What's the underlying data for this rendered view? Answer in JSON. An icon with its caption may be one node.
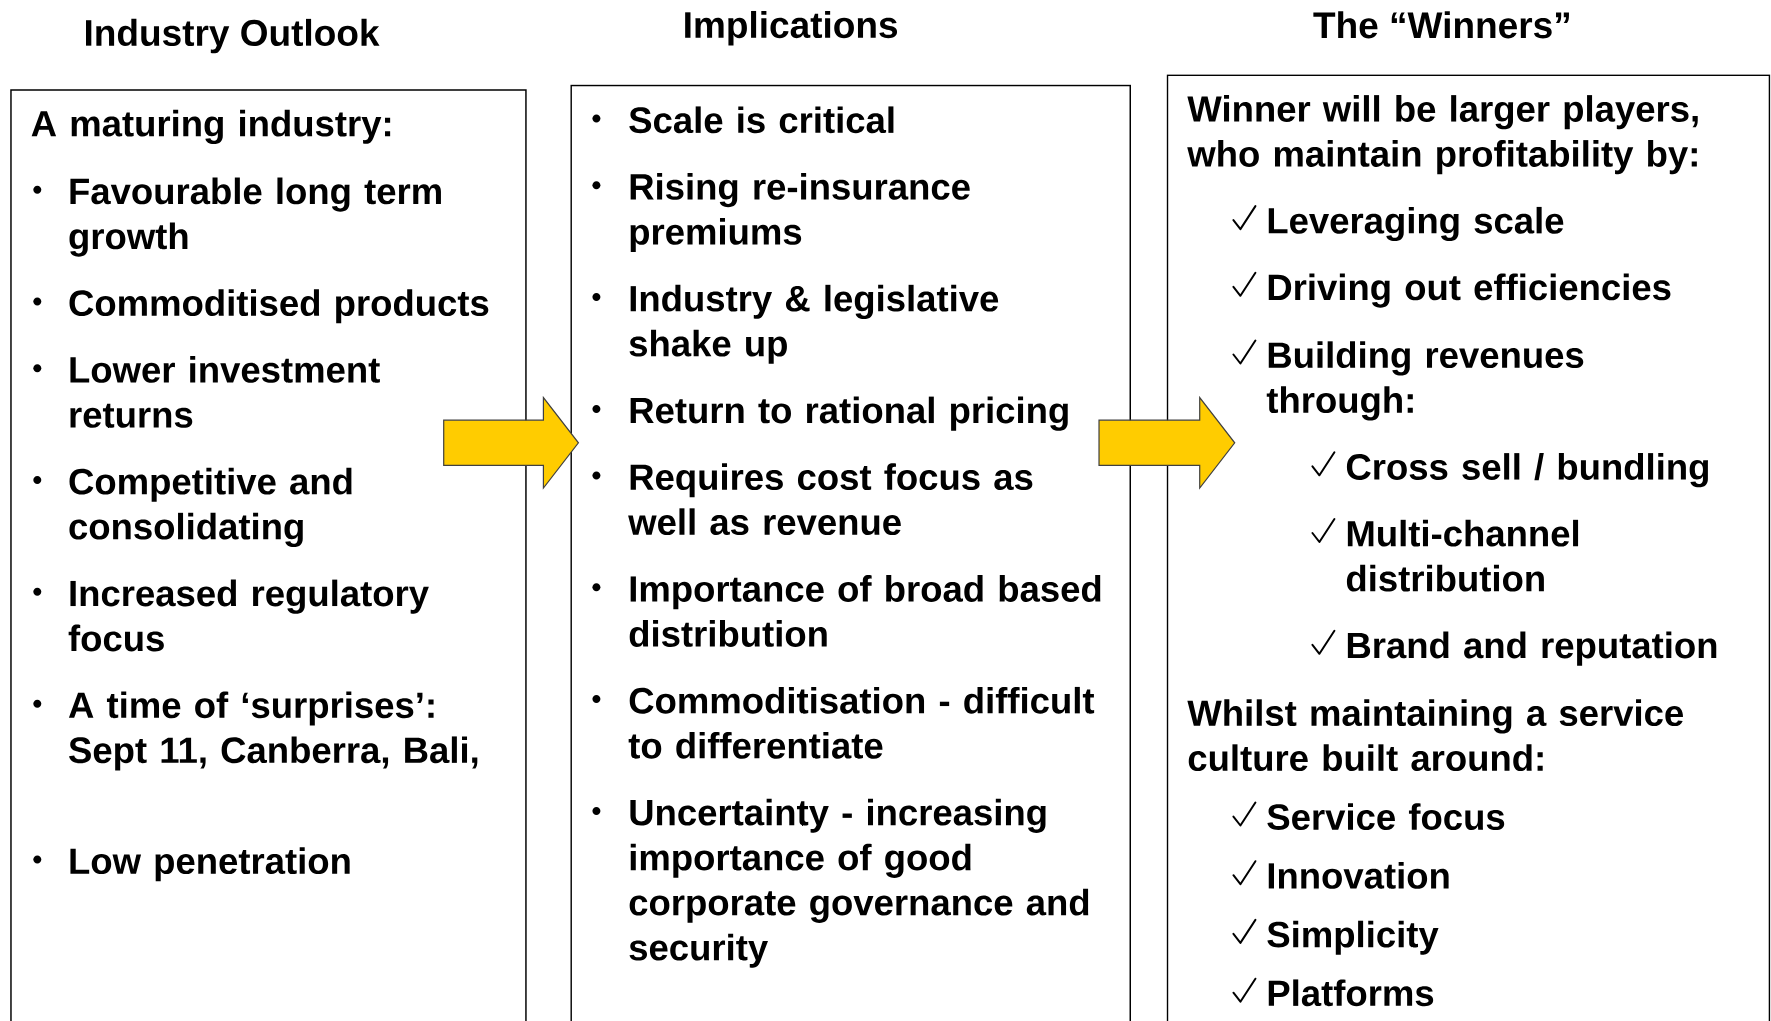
{
  "diagram": {
    "nodes": [
      {
        "text": [
          "Industry Outlook",
          "A maturing industry:",
          "Favourable long term growth",
          "Commoditised products",
          "Lower investment returns",
          "Competitive and consolidating",
          "Increased regulatory focus",
          "A time of ‘surprises’: Sept 11, Canberra, Bali,",
          "Low penetration"
        ]
      },
      {
        "text": [
          "Implications",
          "Scale is critical",
          "Rising re-insurance premiums",
          "Industry & legislative shake up",
          "Return to rational pricing",
          "Requires cost focus as well as revenue",
          "Importance of broad based distribution",
          "Commoditisation - difficult to differentiate",
          "Uncertainty - increasing importance of good corporate governance and security"
        ]
      },
      {
        "text": [
          "The “Winners”",
          "Winner will be larger players, who maintain profitability by:",
          "Leveraging scale",
          "Driving out efficiencies",
          "Building revenues through:",
          "Cross sell / bundling",
          "Multi-channel distribution",
          "Brand and reputation",
          "Whilst maintaining a service culture built around:",
          "Service focus",
          "Innovation",
          "Simplicity",
          "Platforms"
        ]
      }
    ],
    "edges": [
      {
        "from": 0,
        "to": 1,
        "arrow": "to"
      },
      {
        "from": 1,
        "to": 2,
        "arrow": "to"
      }
    ]
  }
}
